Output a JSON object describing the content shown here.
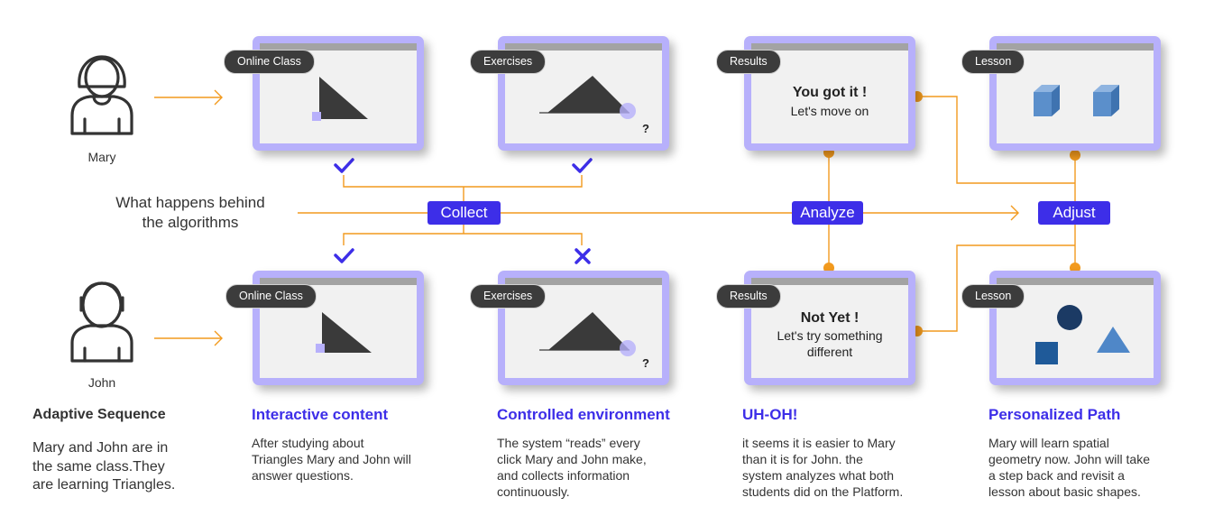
{
  "people": {
    "mary": "Mary",
    "john": "John"
  },
  "behind": {
    "line1": "What happens behind",
    "line2": "the algorithms"
  },
  "tags": {
    "collect": "Collect",
    "analyze": "Analyze",
    "adjust": "Adjust"
  },
  "panels": {
    "online_class": "Online Class",
    "exercises": "Exercises",
    "results": "Results",
    "lesson": "Lesson",
    "question_mark": "?"
  },
  "results_mary": {
    "title": "You got it !",
    "subtitle": "Let's move on"
  },
  "results_john": {
    "title": "Not Yet !",
    "line1": "Let's try something",
    "line2": "different"
  },
  "sidebar": {
    "title": "Adaptive Sequence",
    "desc": [
      "Mary and John are in",
      "the same class.They",
      "are learning Triangles."
    ]
  },
  "columns": [
    {
      "heading": "Interactive content",
      "lines": [
        "After studying about",
        "Triangles Mary and John will",
        "answer questions."
      ]
    },
    {
      "heading": "Controlled environment",
      "lines": [
        "The system “reads” every",
        "click Mary and John make,",
        "and collects information",
        "continuously."
      ]
    },
    {
      "heading": "UH-OH!",
      "lines": [
        "it seems it is easier to Mary",
        "than it is for John. the",
        "system analyzes what both",
        "students did on the Platform."
      ]
    },
    {
      "heading": "Personalized Path",
      "lines": [
        "Mary will learn spatial",
        "geometry now. John will take",
        "a step back and revisit a",
        "lesson about basic shapes."
      ]
    }
  ],
  "colors": {
    "accent": "#3d2ee8",
    "connector": "#f29a1e",
    "panel_border": "#b7b0fb",
    "pill": "#3c3c3c",
    "shape": "#3a3a3a",
    "box3d": "#5b8fcb",
    "circle": "#1b3a64",
    "square": "#1f5a99",
    "triangle": "#4f87c8"
  },
  "icons": {
    "person": "person-icon",
    "check": "check-icon",
    "cross": "cross-icon",
    "arrow": "arrow-right-icon"
  }
}
